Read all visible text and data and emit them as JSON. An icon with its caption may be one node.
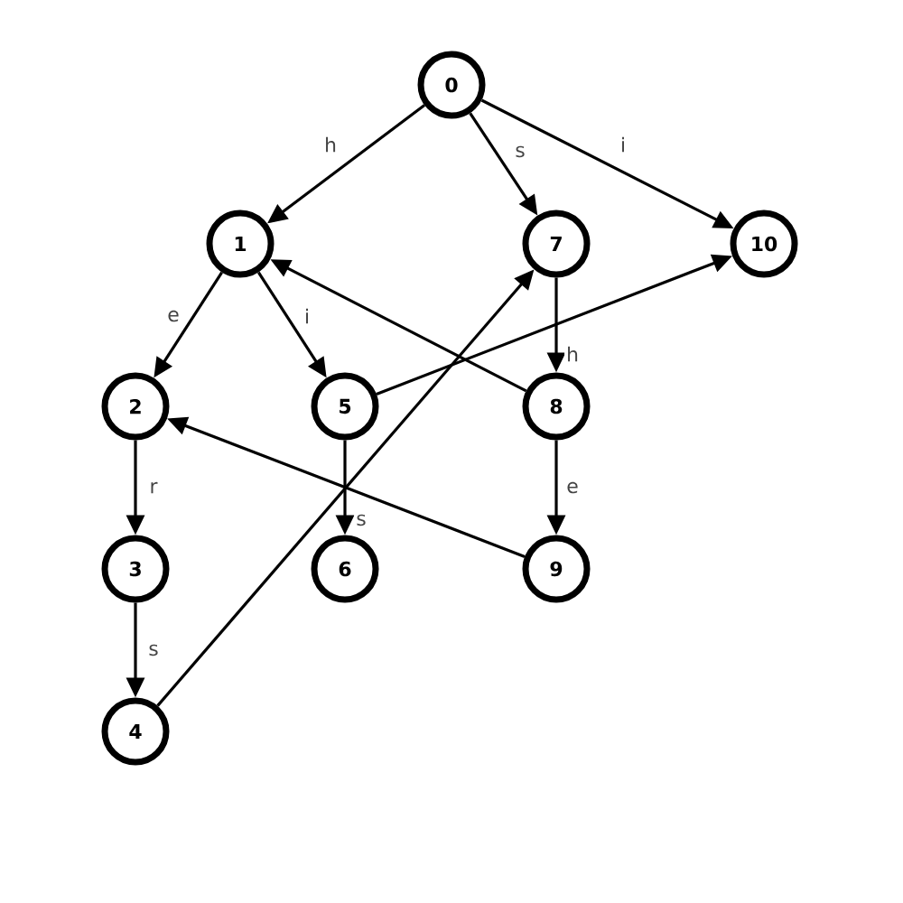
{
  "diagram": {
    "nodes": [
      {
        "text": [
          "0"
        ]
      },
      {
        "text": [
          "1"
        ]
      },
      {
        "text": [
          "2"
        ]
      },
      {
        "text": [
          "3"
        ]
      },
      {
        "text": [
          "4"
        ]
      },
      {
        "text": [
          "5"
        ]
      },
      {
        "text": [
          "6"
        ]
      },
      {
        "text": [
          "7"
        ]
      },
      {
        "text": [
          "8"
        ]
      },
      {
        "text": [
          "9"
        ]
      },
      {
        "text": [
          "10"
        ]
      }
    ],
    "edges": [
      {
        "from": 0,
        "to": 1,
        "arrow": "to",
        "label": "h"
      },
      {
        "from": 0,
        "to": 7,
        "arrow": "to",
        "label": "s"
      },
      {
        "from": 0,
        "to": 10,
        "arrow": "to",
        "label": "i"
      },
      {
        "from": 1,
        "to": 2,
        "arrow": "to",
        "label": "e"
      },
      {
        "from": 1,
        "to": 5,
        "arrow": "to",
        "label": "i"
      },
      {
        "from": 7,
        "to": 8,
        "arrow": "to",
        "label": "h"
      },
      {
        "from": 8,
        "to": 1,
        "arrow": "to"
      },
      {
        "from": 5,
        "to": 10,
        "arrow": "to"
      },
      {
        "from": 2,
        "to": 3,
        "arrow": "to",
        "label": "r"
      },
      {
        "from": 5,
        "to": 6,
        "arrow": "to",
        "label": "s"
      },
      {
        "from": 8,
        "to": 9,
        "arrow": "to",
        "label": "e"
      },
      {
        "from": 9,
        "to": 2,
        "arrow": "to"
      },
      {
        "from": 3,
        "to": 4,
        "arrow": "to",
        "label": "s"
      },
      {
        "from": 4,
        "to": 7,
        "arrow": "to"
      }
    ]
  }
}
